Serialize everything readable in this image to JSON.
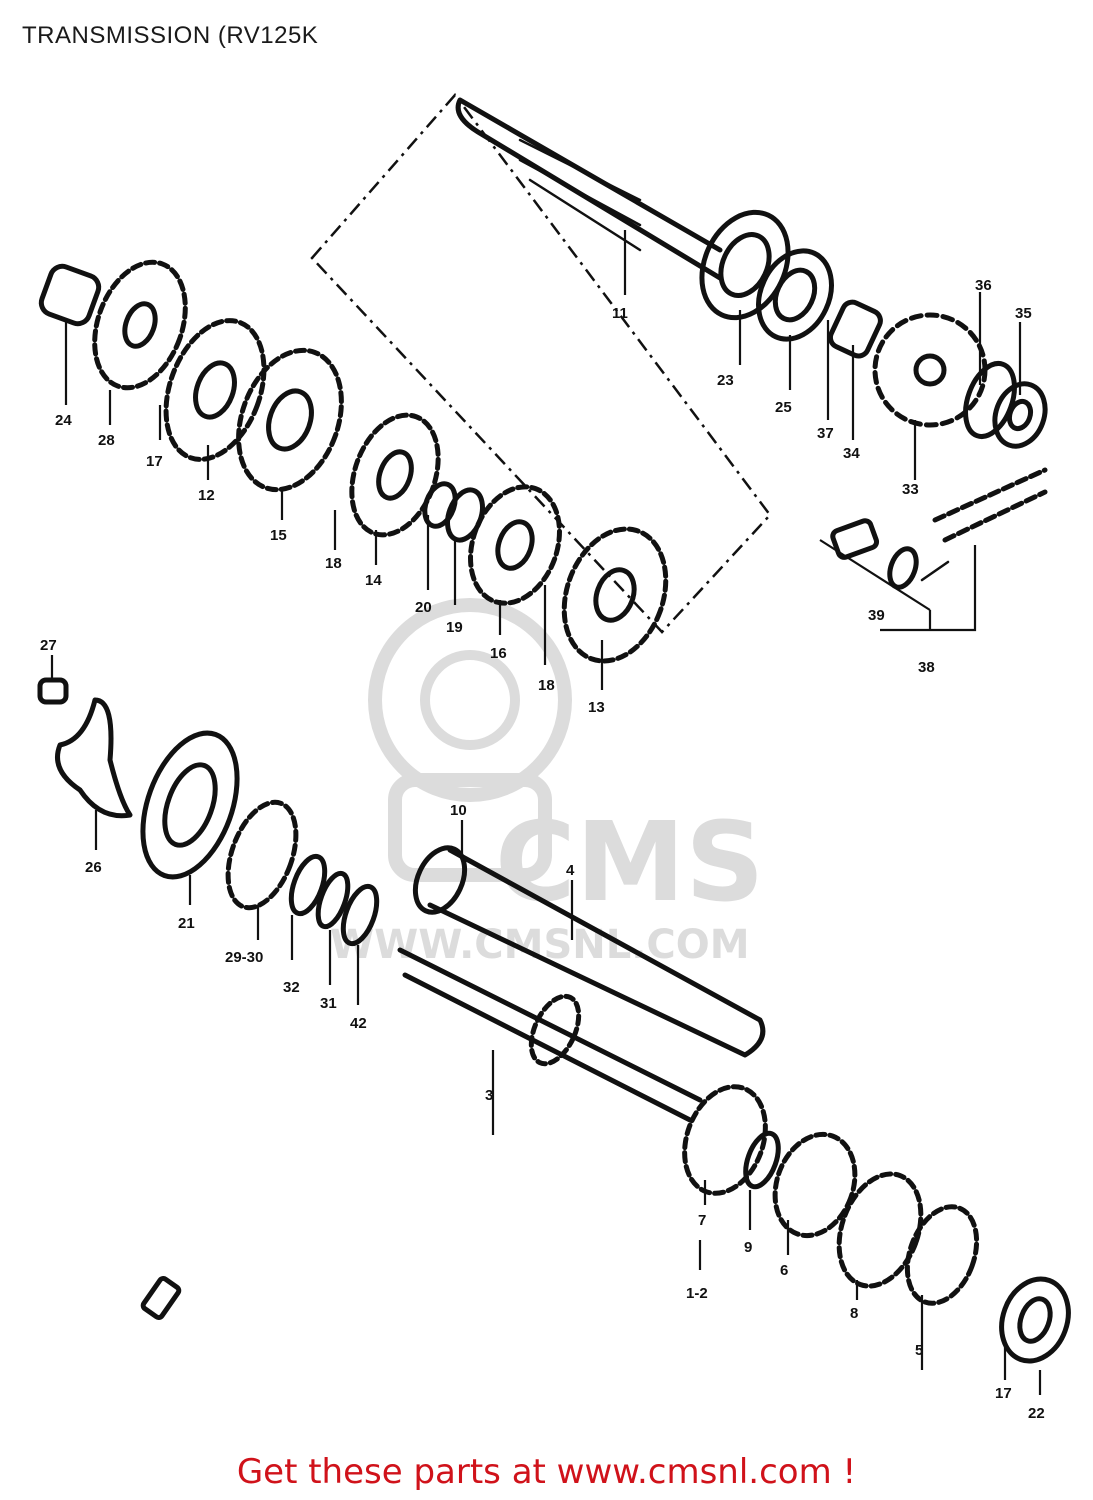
{
  "header": {
    "title": "TRANSMISSION (RV125K"
  },
  "footer": {
    "text": "Get these parts at www.cmsnl.com !"
  },
  "watermark": {
    "logo": "CMS",
    "url": "WWW.CMSNL.COM",
    "color": "#dcdcdc"
  },
  "colors": {
    "ink": "#111111",
    "footer": "#d0121a",
    "background": "#ffffff"
  },
  "callouts": [
    {
      "id": "c-11",
      "label": "11"
    },
    {
      "id": "c-23",
      "label": "23"
    },
    {
      "id": "c-25",
      "label": "25"
    },
    {
      "id": "c-37",
      "label": "37"
    },
    {
      "id": "c-34",
      "label": "34"
    },
    {
      "id": "c-33",
      "label": "33"
    },
    {
      "id": "c-36",
      "label": "36"
    },
    {
      "id": "c-35",
      "label": "35"
    },
    {
      "id": "c-24",
      "label": "24"
    },
    {
      "id": "c-28",
      "label": "28"
    },
    {
      "id": "c-17a",
      "label": "17"
    },
    {
      "id": "c-12",
      "label": "12"
    },
    {
      "id": "c-15",
      "label": "15"
    },
    {
      "id": "c-18a",
      "label": "18"
    },
    {
      "id": "c-14",
      "label": "14"
    },
    {
      "id": "c-20",
      "label": "20"
    },
    {
      "id": "c-19",
      "label": "19"
    },
    {
      "id": "c-16",
      "label": "16"
    },
    {
      "id": "c-18b",
      "label": "18"
    },
    {
      "id": "c-13",
      "label": "13"
    },
    {
      "id": "c-39",
      "label": "39"
    },
    {
      "id": "c-38",
      "label": "38"
    },
    {
      "id": "c-27",
      "label": "27"
    },
    {
      "id": "c-26",
      "label": "26"
    },
    {
      "id": "c-21",
      "label": "21"
    },
    {
      "id": "c-29-30",
      "label": "29-30"
    },
    {
      "id": "c-32",
      "label": "32"
    },
    {
      "id": "c-31",
      "label": "31"
    },
    {
      "id": "c-42",
      "label": "42"
    },
    {
      "id": "c-10",
      "label": "10"
    },
    {
      "id": "c-4",
      "label": "4"
    },
    {
      "id": "c-3",
      "label": "3"
    },
    {
      "id": "c-7",
      "label": "7"
    },
    {
      "id": "c-9",
      "label": "9"
    },
    {
      "id": "c-6",
      "label": "6"
    },
    {
      "id": "c-1-2",
      "label": "1-2"
    },
    {
      "id": "c-8",
      "label": "8"
    },
    {
      "id": "c-5",
      "label": "5"
    },
    {
      "id": "c-17b",
      "label": "17"
    },
    {
      "id": "c-22",
      "label": "22"
    }
  ]
}
